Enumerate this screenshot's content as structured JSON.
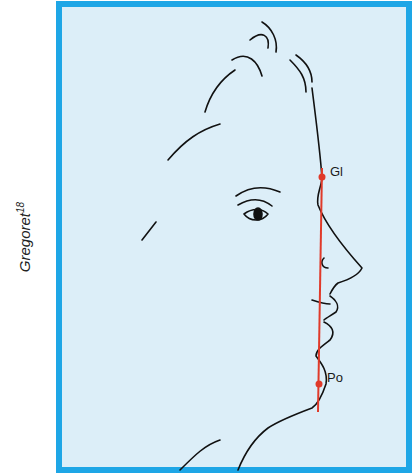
{
  "diagram": {
    "labels": [
      "Gl",
      "Po",
      "Gregoret",
      "18"
    ]
  }
}
